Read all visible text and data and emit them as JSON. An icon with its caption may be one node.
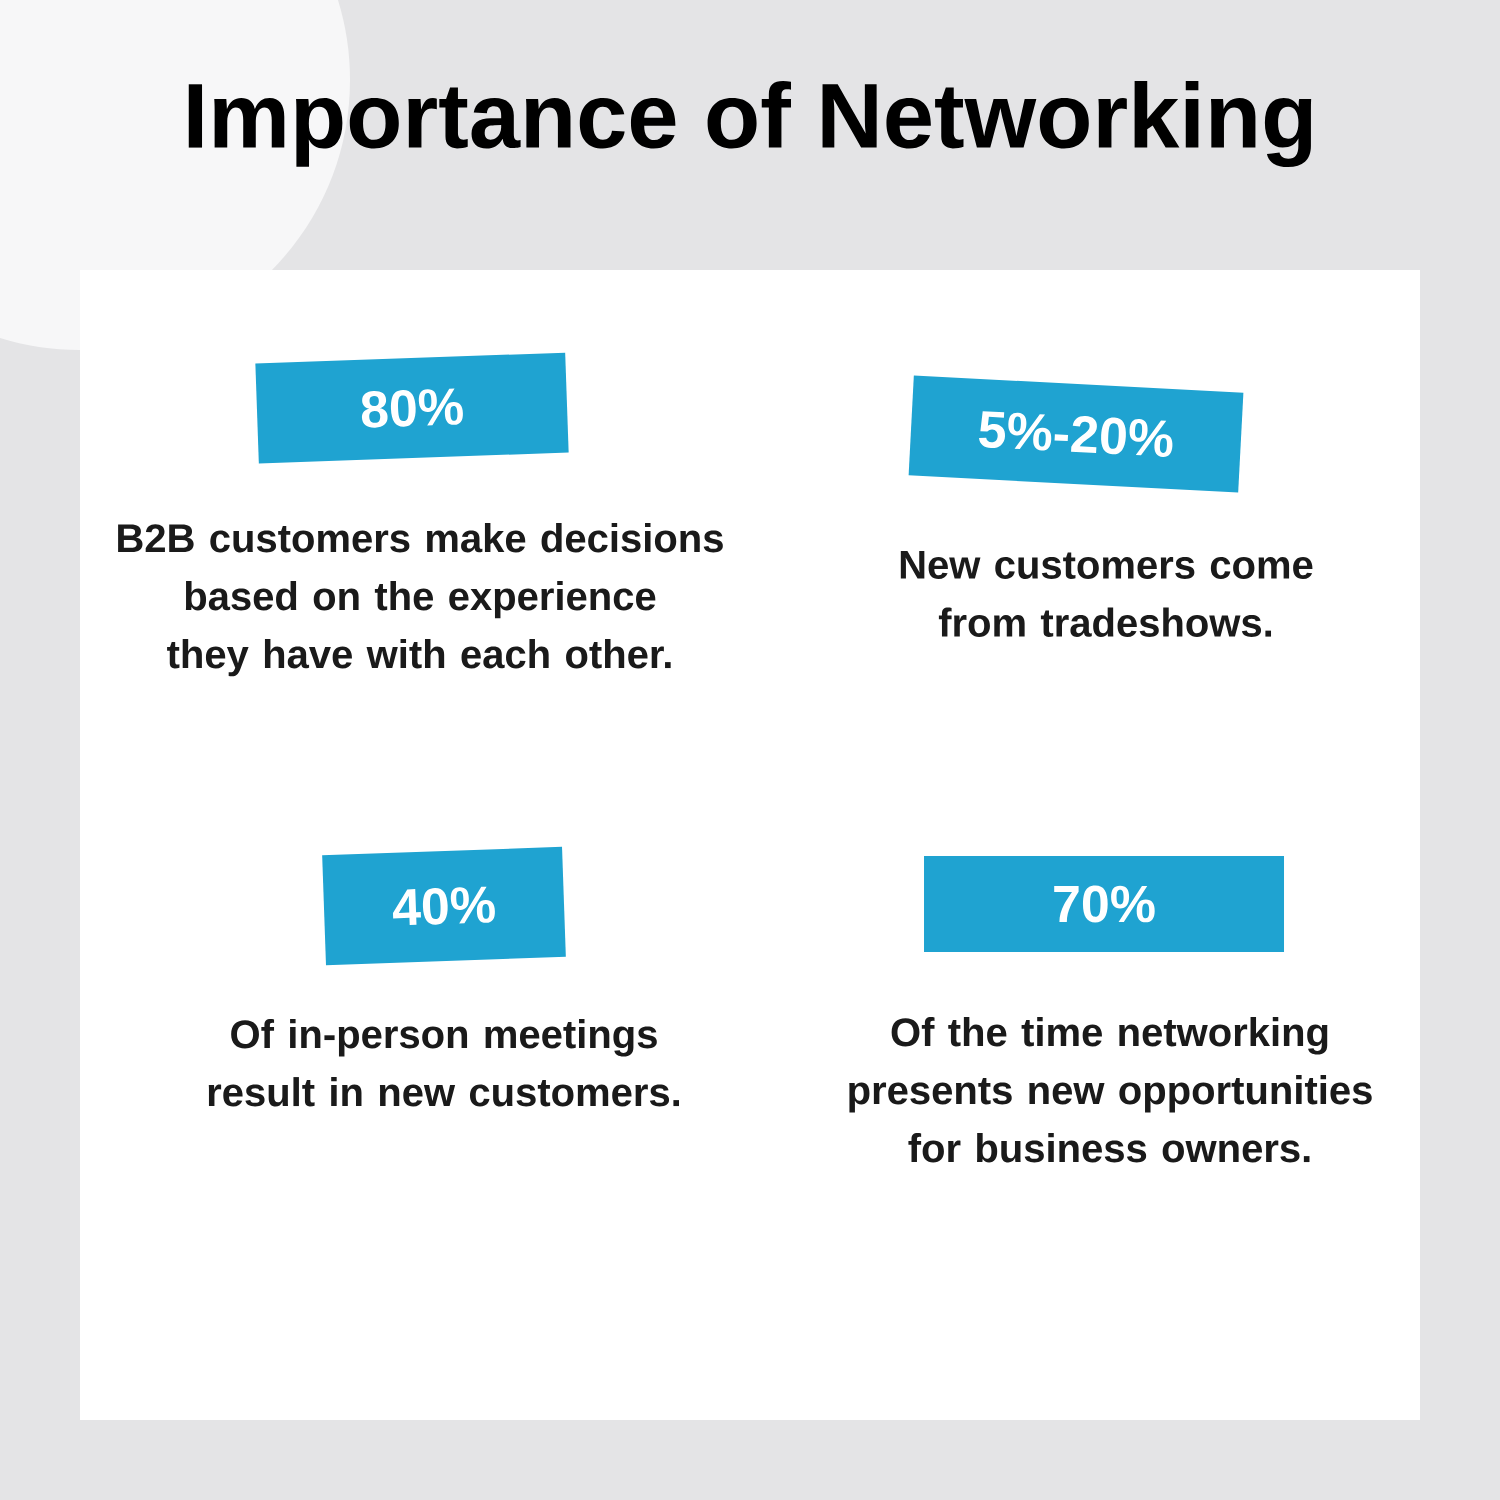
{
  "diagram": {
    "title": "Importance of Networking",
    "nodes": [
      {
        "text": [
          "80%"
        ],
        "beside": [
          "B2B customers make decisions based on the experience they have with each other."
        ]
      },
      {
        "text": [
          "5%-20%"
        ],
        "beside": [
          "New customers come from tradeshows."
        ]
      },
      {
        "text": [
          "40%"
        ],
        "beside": [
          "Of in-person meetings result in new customers."
        ]
      },
      {
        "text": [
          "70%"
        ],
        "beside": [
          "Of the time networking presents new opportunities for business owners."
        ]
      }
    ]
  }
}
